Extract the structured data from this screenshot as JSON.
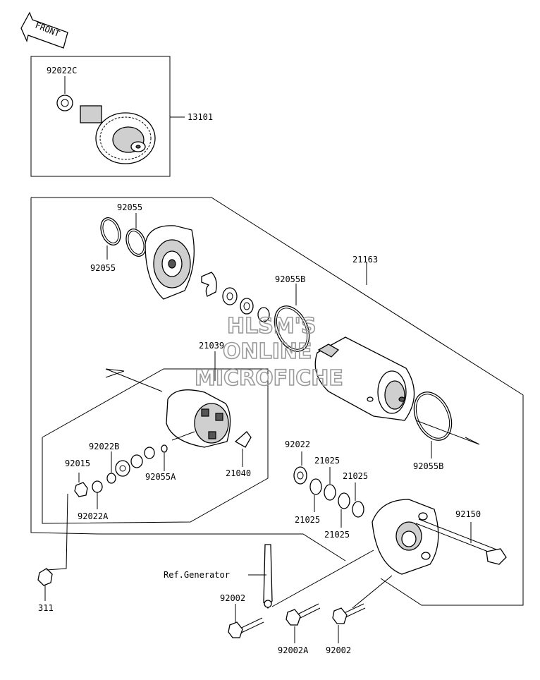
{
  "front_badge": "FRONT",
  "watermark": [
    "HLSM'S",
    "ONLINE",
    "MICROFICHE"
  ],
  "labels": {
    "p92022C": "92022C",
    "p13101": "13101",
    "p92055_top": "92055",
    "p92055_left": "92055",
    "p21163": "21163",
    "p92055B_top": "92055B",
    "p21039": "21039",
    "p92022B": "92022B",
    "p92015": "92015",
    "p92055A": "92055A",
    "p21040": "21040",
    "p92022A": "92022A",
    "p92022": "92022",
    "p21025_a": "21025",
    "p21025_b": "21025",
    "p21025_c": "21025",
    "p21025_d": "21025",
    "p92055B_bot": "92055B",
    "p92150": "92150",
    "p311": "311",
    "ref_generator": "Ref.Generator",
    "p92002_left": "92002",
    "p92002A": "92002A",
    "p92002_right": "92002"
  },
  "colors": {
    "ink": "#000000",
    "watermark": "#9a9a9a",
    "background": "#ffffff"
  }
}
